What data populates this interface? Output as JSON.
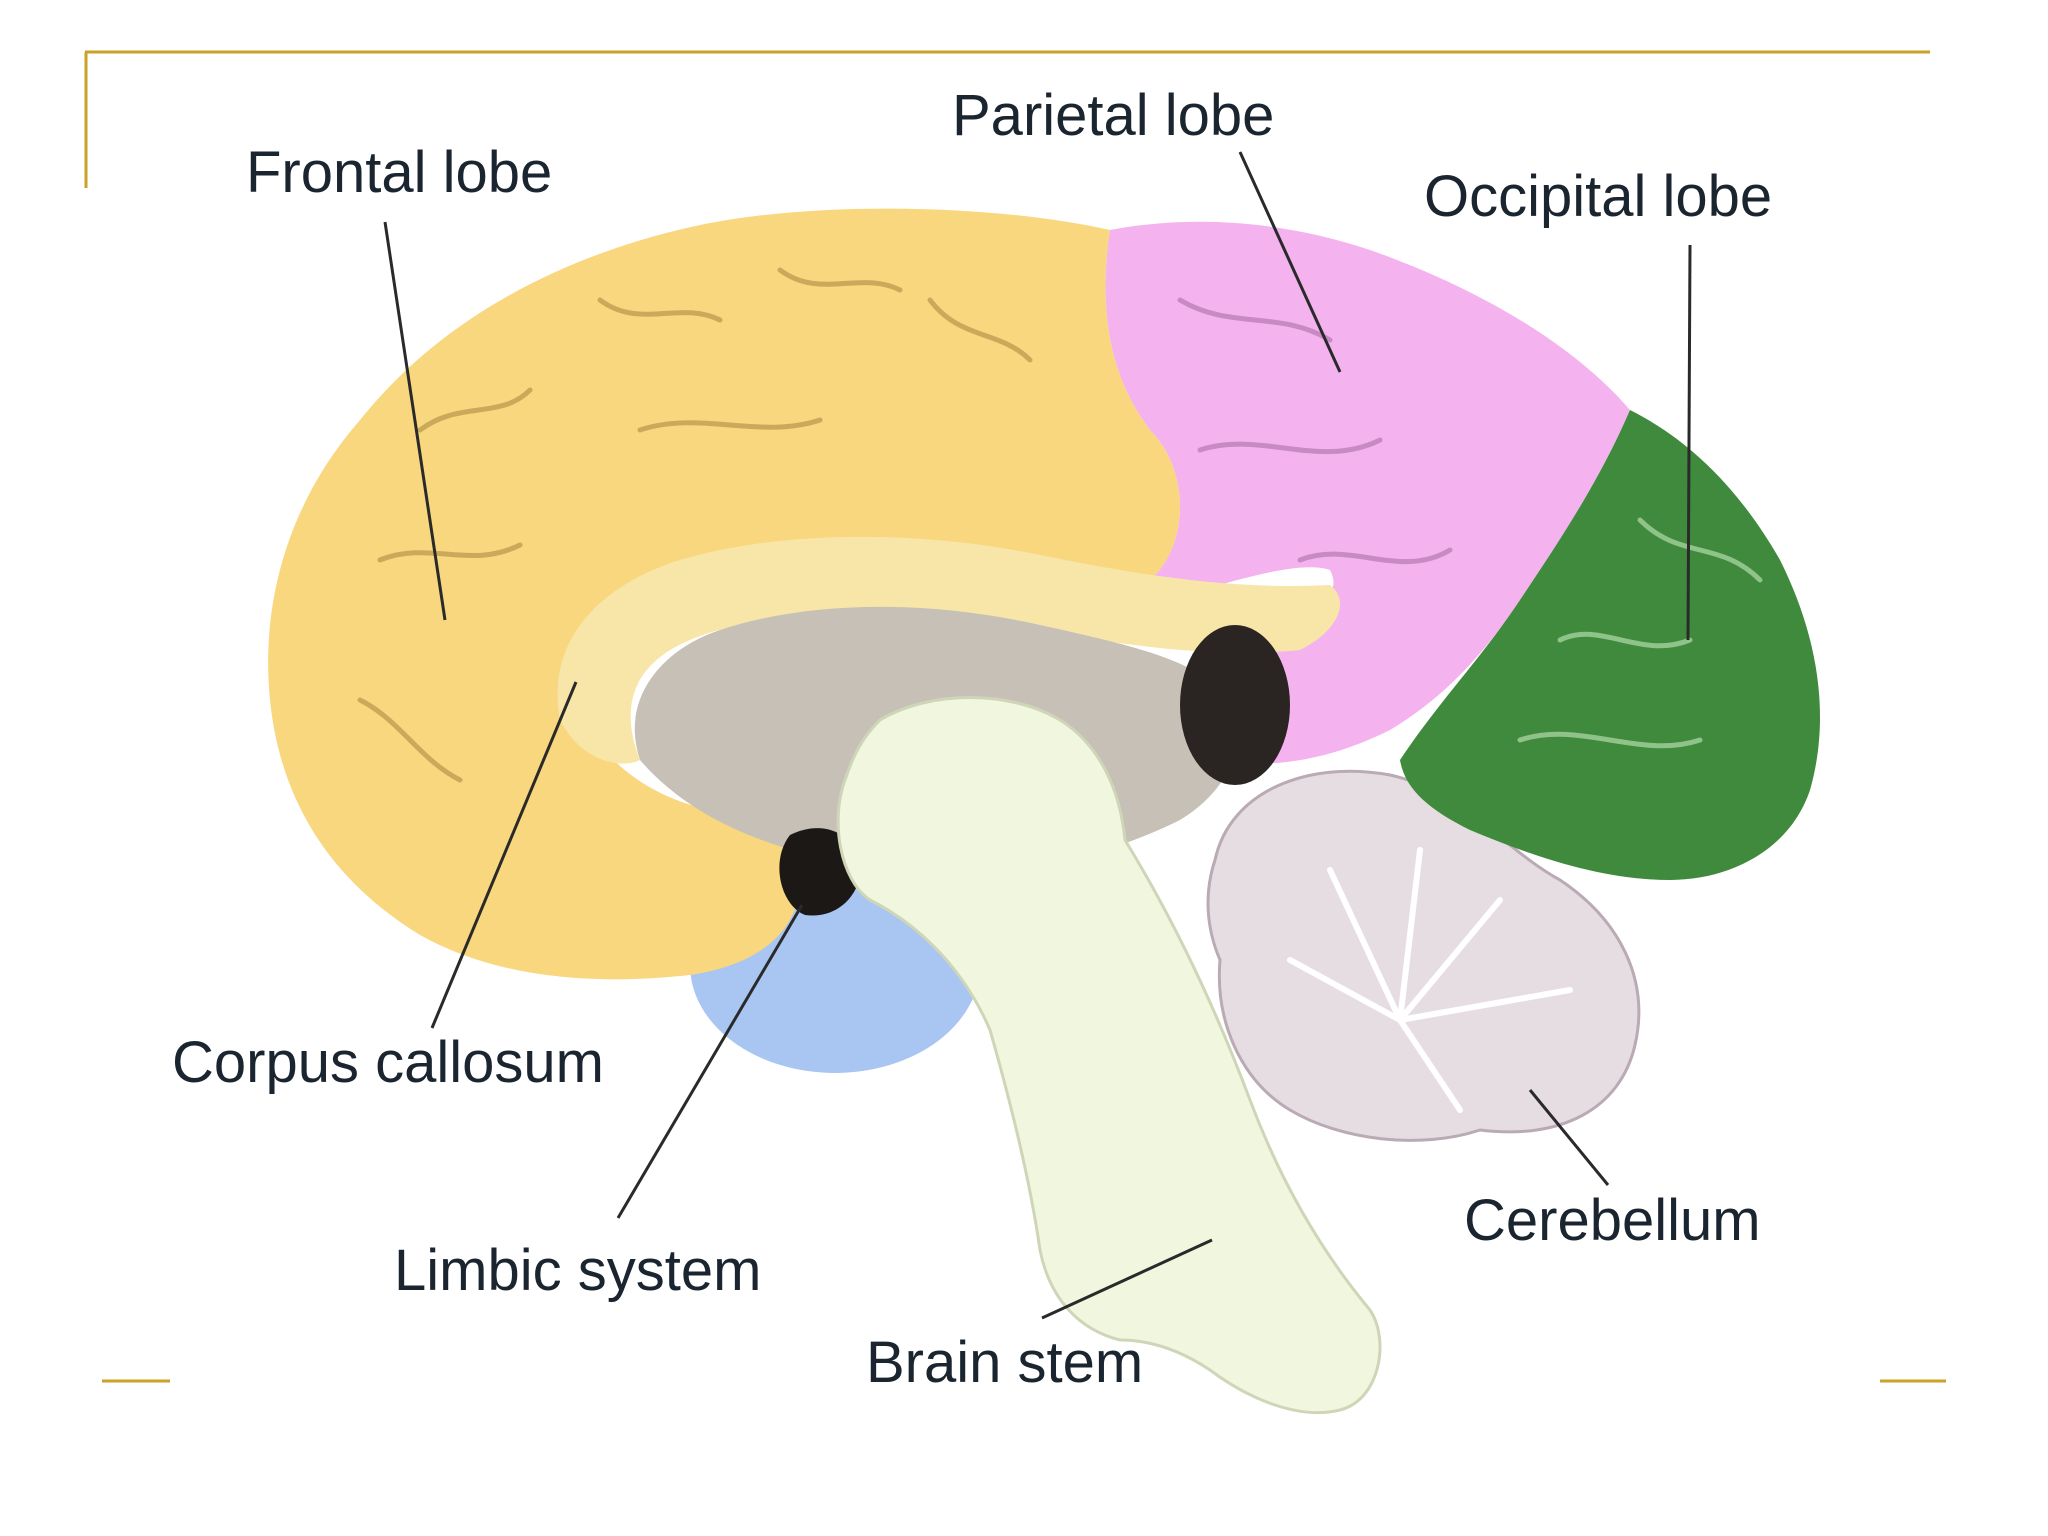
{
  "colors": {
    "frame": "#c9a227",
    "frontal": "#f8d77e",
    "parietal": "#f4b2ef",
    "occipital": "#3f8a3c",
    "limbic": "#a9c6f2",
    "corpus_callosum": "#f7e6a8",
    "brainstem": "#f1f6de",
    "cerebellum": "#e6dde2",
    "deep_gray": "#c7c0b6",
    "label_text": "#1b2530",
    "leader": "#2a2a2a"
  },
  "labels": {
    "frontal": "Frontal lobe",
    "parietal": "Parietal lobe",
    "occipital": "Occipital lobe",
    "corpus_callosum": "Corpus callosum",
    "limbic": "Limbic system",
    "brainstem": "Brain stem",
    "cerebellum": "Cerebellum"
  }
}
